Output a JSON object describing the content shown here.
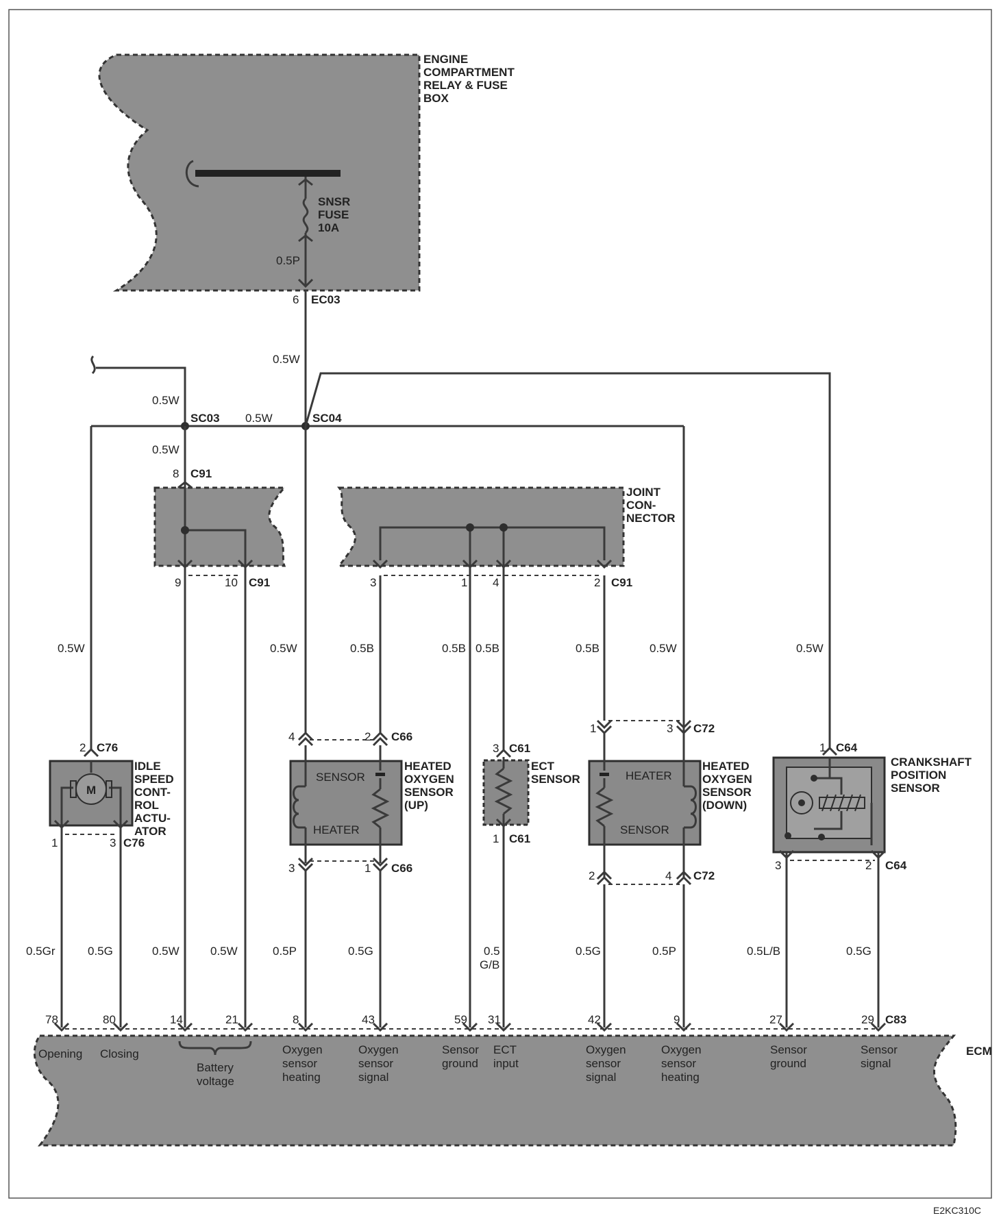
{
  "fuse_box": {
    "title_lines": [
      "ENGINE",
      "COMPARTMENT",
      "RELAY & FUSE",
      "BOX"
    ],
    "fuse_lines": [
      "SNSR",
      "FUSE",
      "10A"
    ],
    "wire": "0.5P",
    "pin": "6",
    "connector": "EC03"
  },
  "splices": {
    "sc03": "SC03",
    "sc04": "SC04"
  },
  "wires_top": {
    "w_ec03_sc04": "0.5W",
    "w_left_loop": "0.5W",
    "w_sc03_sc04": "0.5W",
    "w_sc03_c91": "0.5W"
  },
  "joint_connector": {
    "title_lines": [
      "JOINT",
      "CON-",
      "NECTOR"
    ],
    "pin8": "8",
    "conn_top": "C91",
    "pin9": "9",
    "pin10": "10",
    "conn_left_bottom": "C91",
    "pin3": "3",
    "pin1": "1",
    "pin4": "4",
    "pin2": "2",
    "conn_right_bottom": "C91"
  },
  "mid_wires": {
    "isca": "0.5W",
    "o2up_heat": "0.5W",
    "o2up_sig": "0.5B",
    "gnd": "0.5B",
    "ect": "0.5B",
    "o2dn_sig": "0.5B",
    "o2dn_heat": "0.5W",
    "ckp": "0.5W"
  },
  "isca": {
    "title_lines": [
      "IDLE",
      "SPEED",
      "CONT-",
      "ROL",
      "ACTU-",
      "ATOR"
    ],
    "motor": "M",
    "pin_top": "2",
    "conn_top": "C76",
    "pin_bl": "1",
    "pin_br": "3",
    "conn_bottom": "C76"
  },
  "o2_up": {
    "title_lines": [
      "HEATED",
      "OXYGEN",
      "SENSOR",
      "(UP)"
    ],
    "sensor": "SENSOR",
    "heater": "HEATER",
    "pin_tl": "4",
    "pin_tr": "2",
    "conn_top": "C66",
    "pin_bl": "3",
    "pin_br": "1",
    "conn_bottom": "C66"
  },
  "ect": {
    "title_lines": [
      "ECT",
      "SENSOR"
    ],
    "pin_top": "3",
    "conn_top": "C61",
    "pin_bottom": "1",
    "conn_bottom": "C61"
  },
  "o2_down": {
    "title_lines": [
      "HEATED",
      "OXYGEN",
      "SENSOR",
      "(DOWN)"
    ],
    "sensor": "SENSOR",
    "heater": "HEATER",
    "pin_tl": "1",
    "pin_tr": "3",
    "conn_top": "C72",
    "pin_bl": "2",
    "pin_br": "4",
    "conn_bottom": "C72"
  },
  "ckp": {
    "title_lines": [
      "CRANKSHAFT",
      "POSITION",
      "SENSOR"
    ],
    "pin_top": "1",
    "conn_top": "C64",
    "pin_bl": "3",
    "pin_br": "2",
    "conn_bottom": "C64"
  },
  "low_wires": {
    "opening": "0.5Gr",
    "closing": "0.5G",
    "batt1": "0.5W",
    "batt2": "0.5W",
    "o2up_heat": "0.5P",
    "o2up_sig": "0.5G",
    "ect_l1": "0.5",
    "ect_l2": "G/B",
    "o2dn_sig": "0.5G",
    "o2dn_heat": "0.5P",
    "ckp_gnd": "0.5L/B",
    "ckp_sig": "0.5G"
  },
  "ecm": {
    "title": "ECM",
    "connector": "C83",
    "pins": [
      "78",
      "80",
      "14",
      "21",
      "8",
      "43",
      "59",
      "31",
      "42",
      "9",
      "27",
      "29"
    ],
    "labels": {
      "opening": [
        "Opening"
      ],
      "closing": [
        "Closing"
      ],
      "battery": [
        "Battery",
        "voltage"
      ],
      "o2up_heat": [
        "Oxygen",
        "sensor",
        "heating"
      ],
      "o2up_sig": [
        "Oxygen",
        "sensor",
        "signal"
      ],
      "gnd": [
        "Sensor",
        "ground"
      ],
      "ect": [
        "ECT",
        "input"
      ],
      "o2dn_sig": [
        "Oxygen",
        "sensor",
        "signal"
      ],
      "o2dn_heat": [
        "Oxygen",
        "sensor",
        "heating"
      ],
      "ckp_gnd": [
        "Sensor",
        "ground"
      ],
      "ckp_sig": [
        "Sensor",
        "signal"
      ]
    }
  },
  "figure_code": "E2KC310C",
  "colors": {
    "wire": "#3a3a3a",
    "shade": "#8f8f8f",
    "component": "#8a8a8a"
  }
}
